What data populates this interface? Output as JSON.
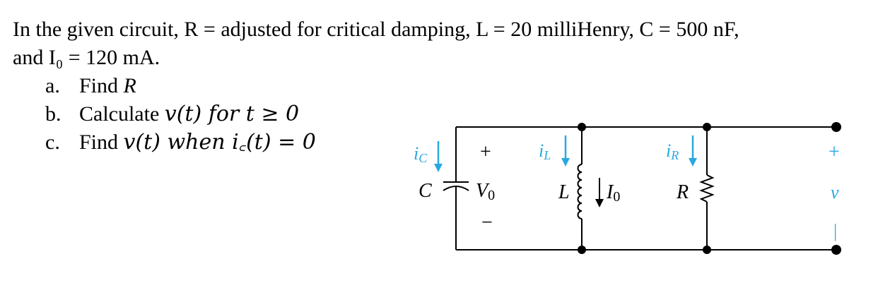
{
  "problem": {
    "line1": "In the given circuit, R = adjusted for critical damping, L = 20 milliHenry, C = 500 nF,",
    "line2": "and I₀ = 120 mA."
  },
  "parts": [
    {
      "letter": "a.",
      "text": "Find ",
      "math": "R"
    },
    {
      "letter": "b.",
      "text": "Calculate ",
      "math": "v(t) for t ≥ 0"
    },
    {
      "letter": "c.",
      "text": "Find ",
      "math": "v(t) when i꜀(t) = 0"
    }
  ],
  "circuit": {
    "ic_label": "i",
    "ic_sub": "C",
    "il_label": "i",
    "il_sub": "L",
    "ir_label": "i",
    "ir_sub": "R",
    "cap_label": "C",
    "cap_plus": "+",
    "cap_minus": "−",
    "v0_label": "V",
    "v0_sub": "0",
    "ind_label": "L",
    "i0_label": "I",
    "i0_sub": "0",
    "res_label": "R",
    "out_plus": "+",
    "out_label": "v",
    "out_minus": "|",
    "arrow_color": "#29a8e0"
  }
}
